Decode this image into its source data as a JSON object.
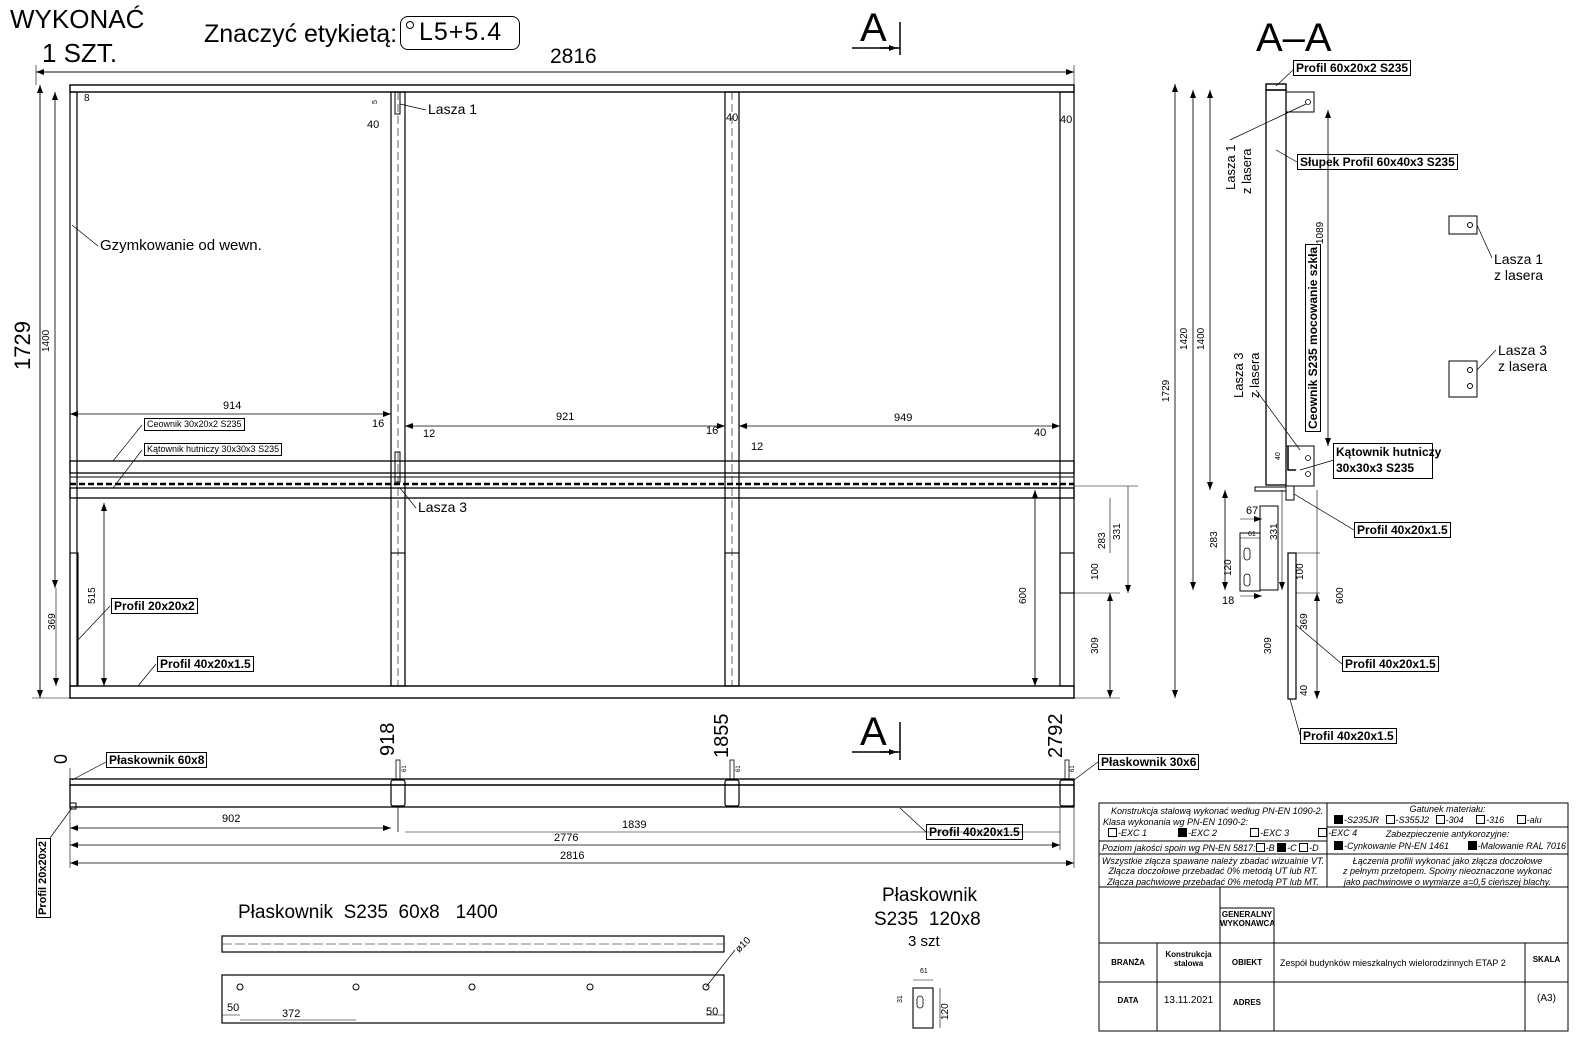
{
  "header": {
    "execute_line1": "WYKONAĆ",
    "execute_line2": "1 SZT.",
    "label_text": "Znaczyć etykietą:",
    "label_value": "L5+5.4"
  },
  "section_marks": {
    "a": "A",
    "aa": "A–A"
  },
  "front_view": {
    "dim_total": "2816",
    "dim_height": "1729",
    "dim_1400": "1400",
    "dim_8": "8",
    "dim_5": "5",
    "dim_40a": "40",
    "dim_40b": "40",
    "dim_40c": "40",
    "dim_40d": "40",
    "dim_914": "914",
    "dim_921": "921",
    "dim_949": "949",
    "dim_16a": "16",
    "dim_16b": "16",
    "dim_12a": "12",
    "dim_12b": "12",
    "dim_369": "369",
    "dim_515": "515",
    "dim_600": "600",
    "dim_100": "100",
    "dim_283": "283",
    "dim_331": "331",
    "dim_309": "309",
    "lbl_lasza1": "Lasza 1",
    "lbl_lasza3": "Lasza 3",
    "lbl_gzymk": "Gzymkowanie od wewn.",
    "lbl_ceownik": "Ceownik 30x20x2 S235",
    "lbl_katownik": "Kątownik hutniczy 30x30x3 S235",
    "lbl_profil20": "Profil 20x20x2",
    "lbl_profil40": "Profil 40x20x1.5"
  },
  "section_view": {
    "lbl_top": "Profil 60x20x2 S235",
    "lbl_slupek": "Słupek Profil 60x40x3 S235",
    "lbl_lasza1_a": "Lasza 1",
    "lbl_lasza1_b": "z lasera",
    "lbl_lasza3_a": "Lasza 3",
    "lbl_lasza3_b": "z lasera",
    "lbl_ceownik": "Ceownik S235 mocowanie szkła",
    "lbl_katownik_a": "Kątownik hutniczy",
    "lbl_katownik_b": "30x30x3 S235",
    "lbl_profil40a": "Profil 40x20x1.5",
    "lbl_profil40b": "Profil 40x20x1.5",
    "lbl_profil40c": "Profil 40x20x1.5",
    "dim_1089": "1089",
    "dim_1420": "1420",
    "dim_1400": "1400",
    "dim_1729": "1729",
    "dim_40": "40",
    "dim_67": "67",
    "dim_61": "61",
    "dim_283": "283",
    "dim_331": "331",
    "dim_120": "120",
    "dim_18": "18",
    "dim_100": "100",
    "dim_600": "600",
    "dim_369": "369",
    "dim_309": "309",
    "dim_40b": "40"
  },
  "side_parts": {
    "lasza1_a": "Lasza 1",
    "lasza1_b": "z lasera",
    "lasza3_a": "Lasza 3",
    "lasza3_b": "z lasera"
  },
  "plan_view": {
    "pos_0": "0",
    "pos_918": "918",
    "pos_1855": "1855",
    "pos_2792": "2792",
    "lbl_plask60": "Płaskownik 60x8",
    "lbl_plask30": "Płaskownik 30x6",
    "lbl_profil20": "Profil 20x20x2",
    "lbl_profil40": "Profil 40x20x1.5",
    "dim_902": "902",
    "dim_1839": "1839",
    "dim_2776": "2776",
    "dim_2816": "2816",
    "dim_61a": "61",
    "dim_61b": "61",
    "dim_61c": "61"
  },
  "flat_bar": {
    "title": "Płaskownik  S235  60x8   1400",
    "hole": "ø10",
    "dim_50a": "50",
    "dim_372": "372",
    "dim_50b": "50"
  },
  "plate": {
    "title1": "Płaskownik",
    "title2": "S235  120x8",
    "title3": "3 szt",
    "dim_61": "61",
    "dim_31": "31",
    "dim_120": "120"
  },
  "title_block": {
    "n1": "Konstrukcja stalową wykonać według PN-EN 1090-2.",
    "n2": "Klasa wykonania wg PN-EN 1090-2:",
    "exc1": "-EXC 1",
    "exc2": "-EXC 2",
    "exc3": "-EXC 3",
    "exc4": "-EXC 4",
    "weld": "Poziom jakości spoin wg PN-EN 5817:",
    "wb": "-B",
    "wc": "-C",
    "wd": "-D",
    "insp1": "Wszystkie złącza spawane należy zbadać wizualnie VT.",
    "insp2": "Złącza doczołowe przebadać 0% metodą UT lub RT.",
    "insp3": "Złącza pachwiowe przebadać 0% metodą PT lub MT.",
    "mat_title": "Gatunek materiału:",
    "m1": "-S235JR",
    "m2": "-S355J2",
    "m3": "-304",
    "m4": "-316",
    "m5": "-alu",
    "corr_title": "Zabezpieczenie antykorozyjne:",
    "c1": "-Cynkowanie PN-EN 1461",
    "c2": "-Malowanie RAL 7016",
    "join1": "Łączenia profili wykonać jako złącza doczołowe",
    "join2": "z pełnym przetopem. Spoiny nieoznaczone wykonać",
    "join3": "jako pachwinowe o wymiarze a=0,5 cieńszej blachy.",
    "gen1": "GENERALNY",
    "gen2": "WYKONAWCA",
    "branza": "BRANŻA",
    "konstr1": "Konstrukcja",
    "konstr2": "stalowa",
    "obiekt": "OBIEKT",
    "obiekt_val": "Zespół budynków mieszkalnych wielorodzinnych ETAP 2",
    "skala": "SKALA",
    "data": "DATA",
    "data_val": "13.11.2021",
    "adres": "ADRES",
    "format": "(A3)"
  }
}
